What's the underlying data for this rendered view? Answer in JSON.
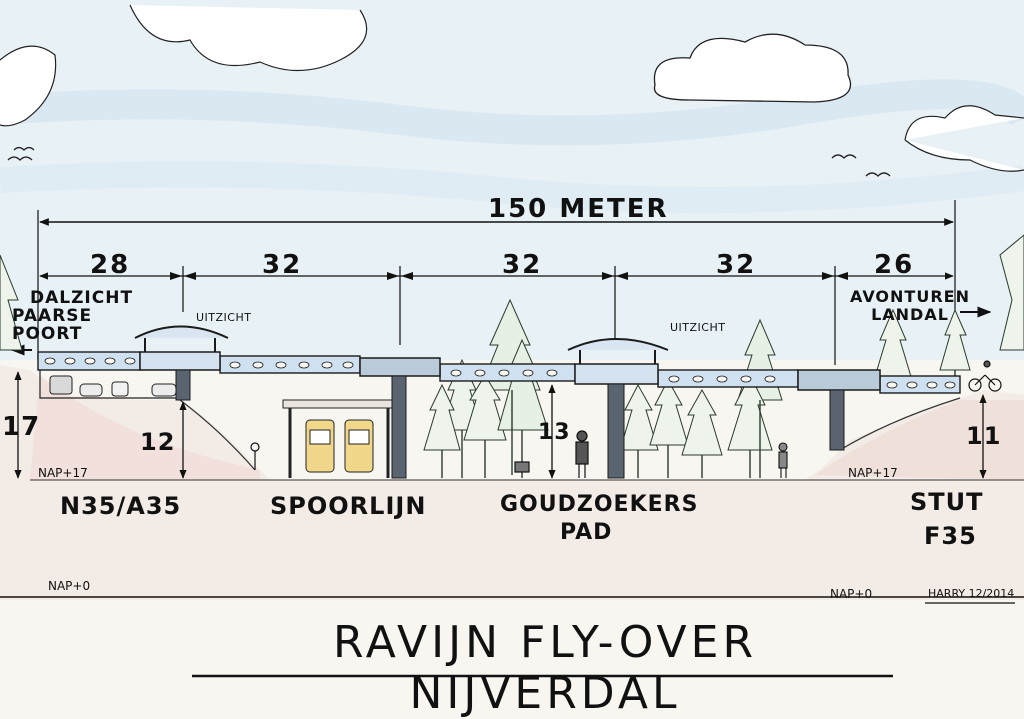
{
  "title": "RAVIJN FLY-OVER NIJVERDAL",
  "total_span": "150 METER",
  "spans": [
    "28",
    "32",
    "32",
    "32",
    "26"
  ],
  "heights": {
    "left_top": "17",
    "n35": "12",
    "pad": "13",
    "right": "11"
  },
  "labels": {
    "dalzicht": "DALZICHT",
    "paarse_poort": "PAARSE POORT",
    "avonturen_landal": "AVONTUREN LANDAL",
    "uitzicht_left": "UITZICHT",
    "uitzicht_right": "UITZICHT",
    "n35": "N35/A35",
    "spoorlijn": "SPOORLIJN",
    "goudzoekers": "GOUDZOEKERS",
    "pad": "PAD",
    "stut": "STUT",
    "f35": "F35",
    "nap17_left": "NAP+17",
    "nap17_right": "NAP+17",
    "nap0_left": "NAP+0",
    "nap0_right": "NAP+0",
    "signature": "HARRY 12/2014"
  }
}
